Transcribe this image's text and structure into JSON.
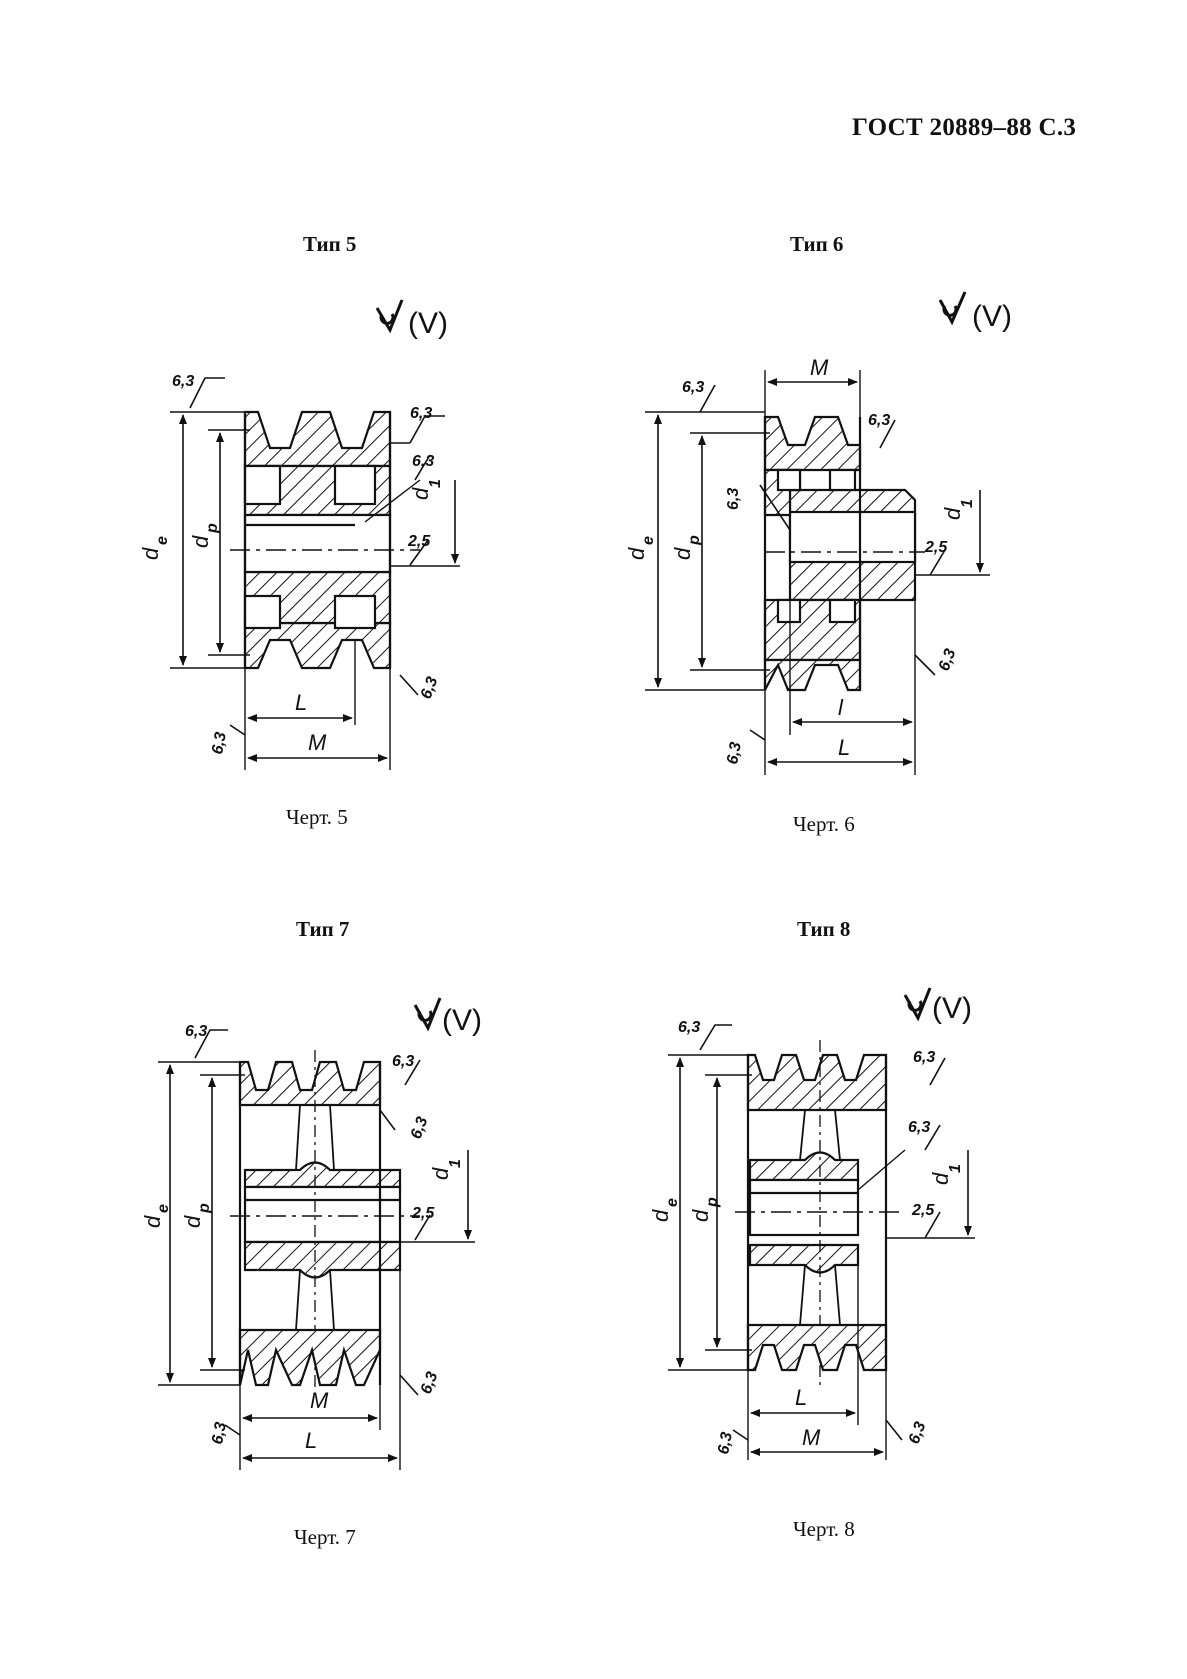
{
  "header": "ГОСТ 20889–88 С.3",
  "types": [
    {
      "caption": "Тип 5",
      "figure": "Черт. 5",
      "roughness": "(V)"
    },
    {
      "caption": "Тип 6",
      "figure": "Черт. 6",
      "roughness": "(V)"
    },
    {
      "caption": "Тип 7",
      "figure": "Черт. 7",
      "roughness": "(V)"
    },
    {
      "caption": "Тип 8",
      "figure": "Черт. 8",
      "roughness": "(V)"
    }
  ],
  "labels": {
    "de": "d",
    "de_sub": "e",
    "dp": "d",
    "dp_sub": "p",
    "d1": "d",
    "d1_sub": "1",
    "L": "L",
    "M": "M",
    "l": "l",
    "r63": "6,3",
    "r25": "2,5"
  }
}
